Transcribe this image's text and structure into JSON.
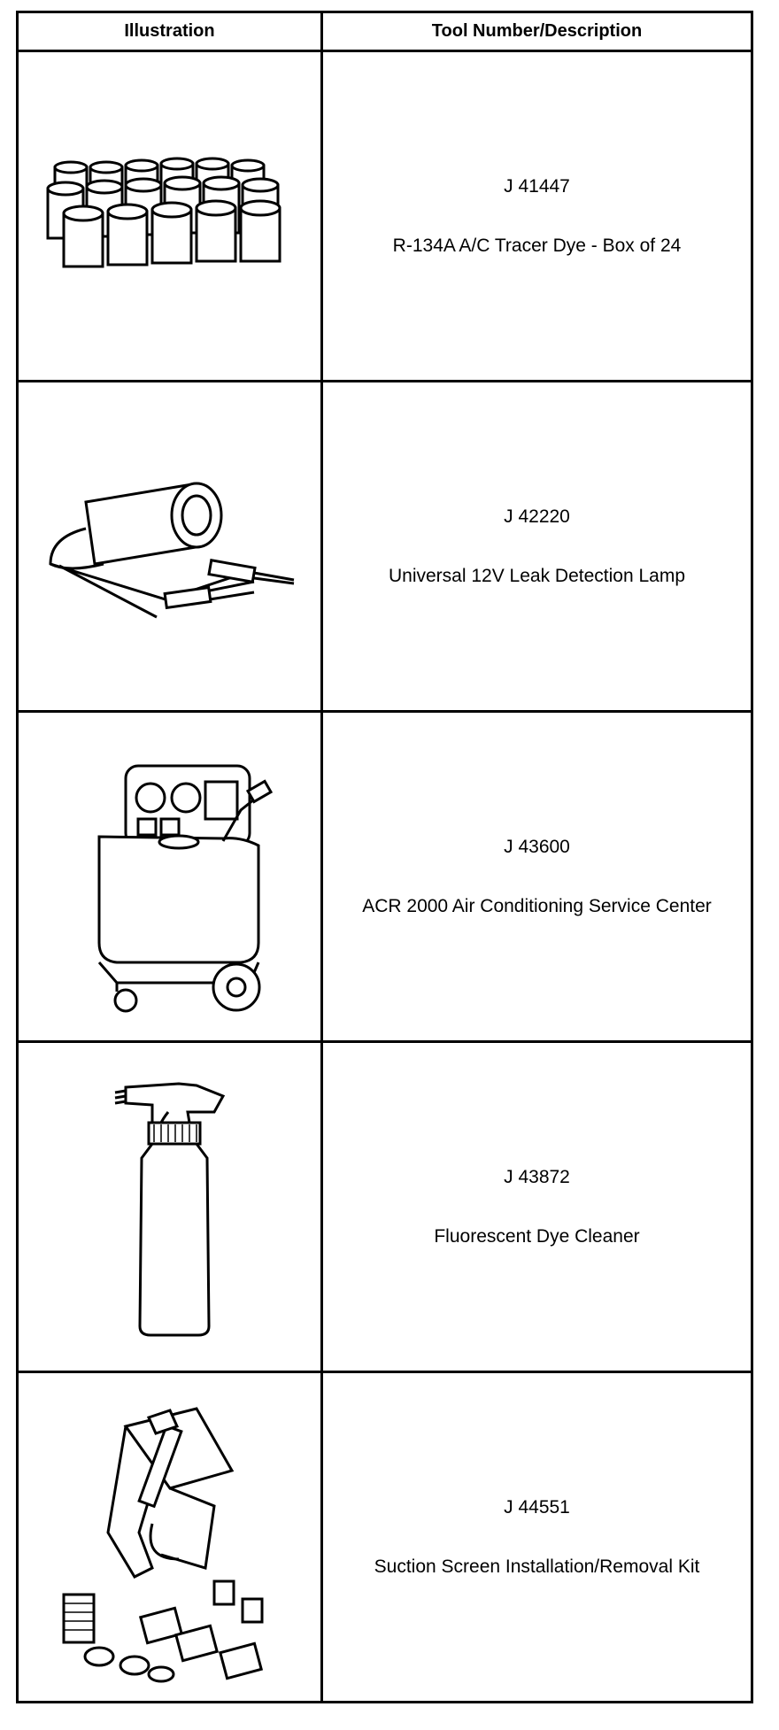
{
  "table": {
    "headers": {
      "illustration": "Illustration",
      "description": "Tool Number/Description"
    },
    "rows": [
      {
        "tool_number": "J 41447",
        "description": "R-134A A/C Tracer Dye - Box of 24",
        "icon": "dye-bottles-icon"
      },
      {
        "tool_number": "J 42220",
        "description": "Universal 12V Leak Detection Lamp",
        "icon": "leak-detection-lamp-icon"
      },
      {
        "tool_number": "J 43600",
        "description": "ACR 2000 Air Conditioning Service Center",
        "icon": "ac-service-center-icon"
      },
      {
        "tool_number": "J 43872",
        "description": "Fluorescent Dye Cleaner",
        "icon": "spray-bottle-icon"
      },
      {
        "tool_number": "J 44551",
        "description": "Suction Screen Installation/Removal Kit",
        "icon": "suction-screen-kit-icon"
      }
    ]
  }
}
